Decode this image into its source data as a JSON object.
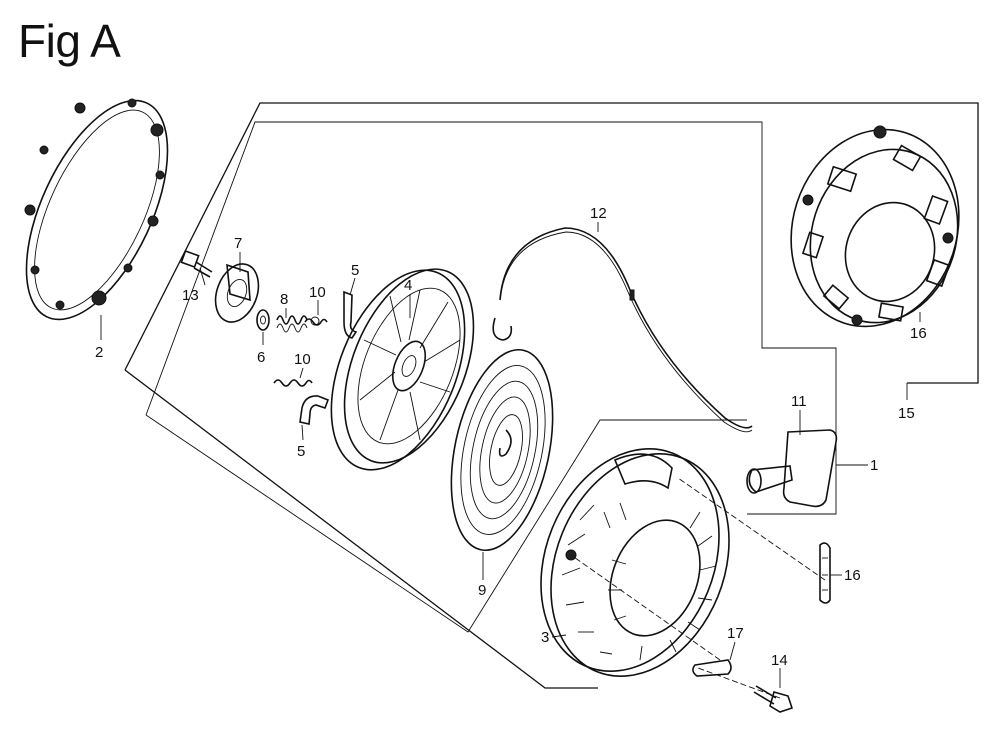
{
  "figure": {
    "title": "Fig A"
  },
  "callouts": [
    {
      "id": "c2",
      "text": "2"
    },
    {
      "id": "c7",
      "text": "7"
    },
    {
      "id": "c13",
      "text": "13"
    },
    {
      "id": "c8",
      "text": "8"
    },
    {
      "id": "c6",
      "text": "6"
    },
    {
      "id": "c10a",
      "text": "10"
    },
    {
      "id": "c10b",
      "text": "10"
    },
    {
      "id": "c5a",
      "text": "5"
    },
    {
      "id": "c5b",
      "text": "5"
    },
    {
      "id": "c4",
      "text": "4"
    },
    {
      "id": "c12",
      "text": "12"
    },
    {
      "id": "c9",
      "text": "9"
    },
    {
      "id": "c16a",
      "text": "16"
    },
    {
      "id": "c15",
      "text": "15"
    },
    {
      "id": "c11",
      "text": "11"
    },
    {
      "id": "c1",
      "text": "1"
    },
    {
      "id": "c16b",
      "text": "16"
    },
    {
      "id": "c3",
      "text": "3"
    },
    {
      "id": "c17",
      "text": "17"
    },
    {
      "id": "c14",
      "text": "14"
    }
  ]
}
